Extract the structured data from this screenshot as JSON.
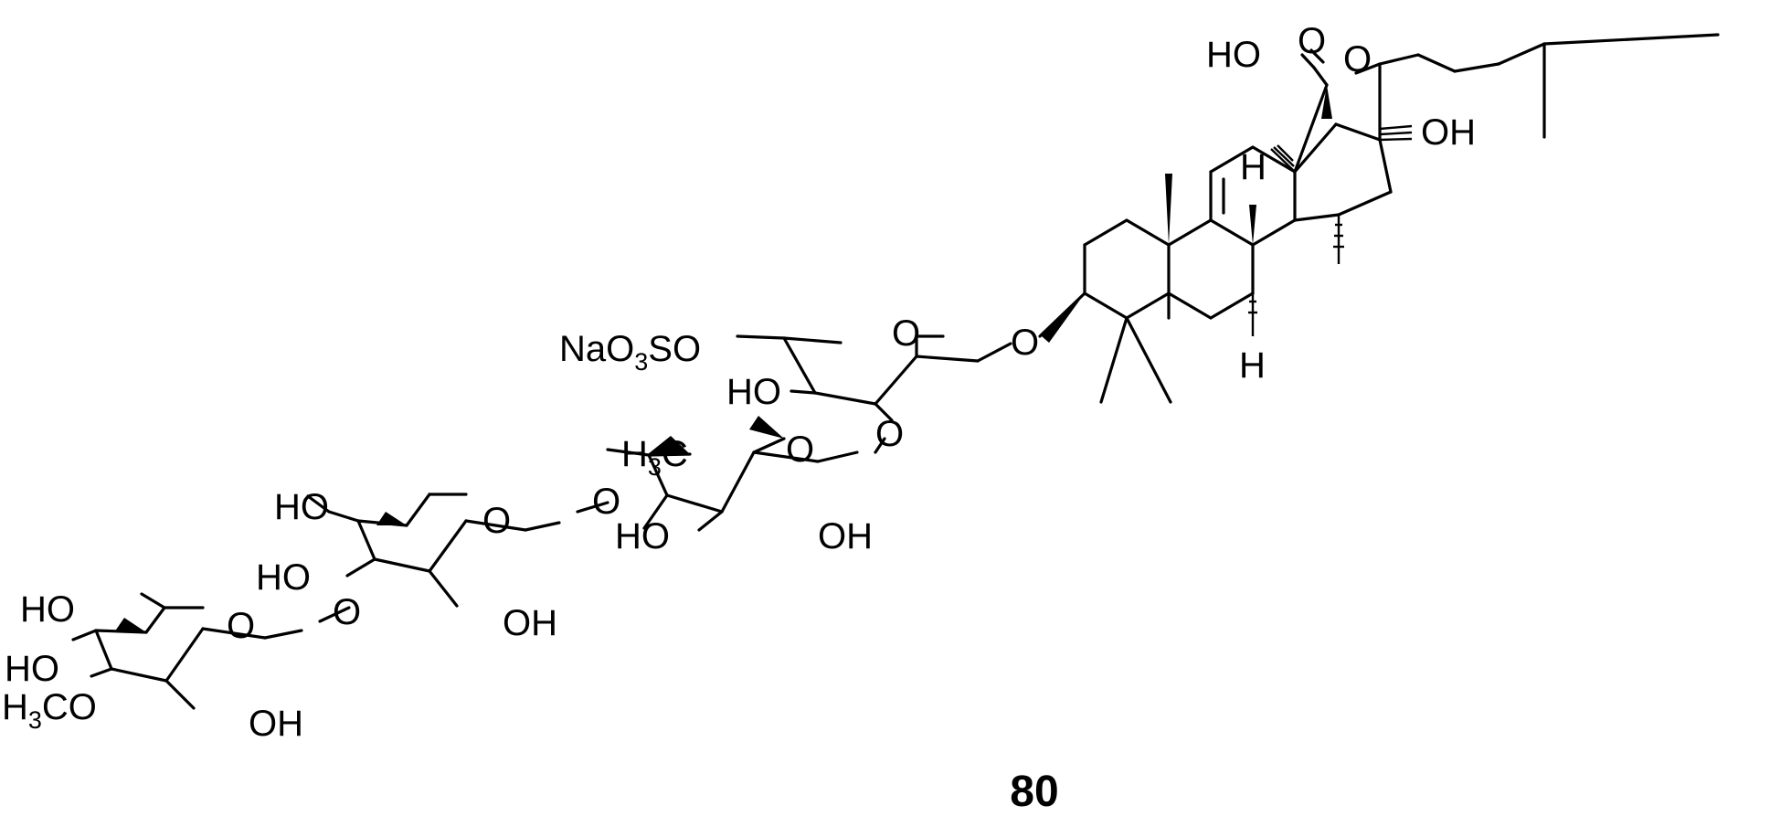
{
  "compound_number": "80",
  "atom_labels": {
    "o_lactone_carbonyl": "O",
    "o_lactone_ring": "O",
    "ho_c11": "HO",
    "oh_c17": "OH",
    "h_c8": "H",
    "h_c5": "H",
    "o_glycosidic_c3": "O",
    "o_xylose_ring": "O",
    "naso3o_prefix": "NaO",
    "naso3o_sub": "3",
    "naso3o_suffix": "SO",
    "ho_xylose": "HO",
    "o_xyl_quin_link": "O",
    "h3c_prefix": "H",
    "h3c_sub": "3",
    "h3c_suffix": "C",
    "o_quinovose_ring": "O",
    "o_quin_glc_link": "O",
    "ho_quinovose": "HO",
    "oh_quinovose": "OH",
    "ho_glc_ch2": "HO",
    "o_glucose_ring": "O",
    "ho_glucose": "HO",
    "o_glc_meglc_link": "O",
    "oh_glucose": "OH",
    "ho_meglc_ch2": "HO",
    "o_meglc_ring": "O",
    "ho_meglc": "HO",
    "ome_prefix": "H",
    "ome_sub": "3",
    "ome_suffix": "CO",
    "oh_meglc": "OH"
  }
}
